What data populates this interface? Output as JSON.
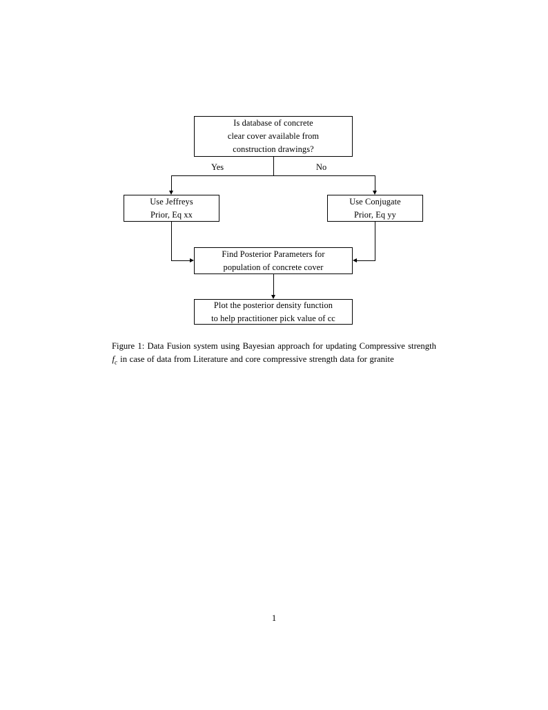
{
  "document": {
    "page_number": "1",
    "background_color": "#ffffff",
    "text_color": "#000000"
  },
  "figure": {
    "caption": {
      "label": "Figure 1:",
      "text_before_var": "Data Fusion system using Bayesian approach for updating Compressive strength",
      "math_variable": "f",
      "math_subscript": "c",
      "text_after_var": "in case of data from Literature and core compressive strength data for granite",
      "full_text": "Figure 1: Data Fusion system using Bayesian approach for updating Compressive strength fc in case of data from Literature and core compressive strength data for granite"
    },
    "diagram": {
      "type": "flowchart",
      "line_color": "#000000",
      "fill_color": "#ffffff",
      "nodes": [
        {
          "id": "decision",
          "shape": "rectangle",
          "lines": [
            "Is database of concrete",
            "clear cover available from",
            "construction drawings?"
          ]
        },
        {
          "id": "jeffreys",
          "shape": "rectangle",
          "lines": [
            "Use Jeffreys",
            "Prior, Eq xx"
          ]
        },
        {
          "id": "conjugate",
          "shape": "rectangle",
          "lines": [
            "Use Conjugate",
            "Prior, Eq yy"
          ]
        },
        {
          "id": "posterior",
          "shape": "rectangle",
          "lines": [
            "Find Posterior Parameters for",
            "population of concrete cover"
          ]
        },
        {
          "id": "plot",
          "shape": "rectangle",
          "lines": [
            "Plot the posterior density function",
            "to help practitioner pick value of cc"
          ]
        }
      ],
      "edge_labels": {
        "yes": "Yes",
        "no": "No"
      },
      "edges": [
        {
          "from": "decision",
          "to": "jeffreys",
          "label": "Yes"
        },
        {
          "from": "decision",
          "to": "conjugate",
          "label": "No"
        },
        {
          "from": "jeffreys",
          "to": "posterior",
          "label": ""
        },
        {
          "from": "conjugate",
          "to": "posterior",
          "label": ""
        },
        {
          "from": "posterior",
          "to": "plot",
          "label": ""
        }
      ]
    }
  }
}
